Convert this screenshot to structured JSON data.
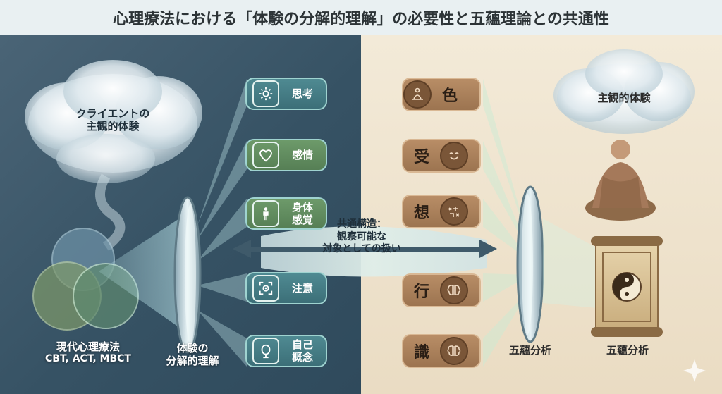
{
  "title": "心理療法における「体験の分解的理解」の必要性と五蘊理論との共通性",
  "left": {
    "cloud_label_line1": "クライエントの",
    "cloud_label_line2": "主観的体験",
    "venn_label_line1": "現代心理療法",
    "venn_label_line2": "CBT, ACT, MBCT",
    "lens_label_line1": "体験の",
    "lens_label_line2": "分解的理解",
    "items": [
      {
        "label_line1": "思考",
        "label_line2": "",
        "icon": "gear-icon"
      },
      {
        "label_line1": "感情",
        "label_line2": "",
        "icon": "heart-icon"
      },
      {
        "label_line1": "身体",
        "label_line2": "感覚",
        "icon": "person-icon"
      },
      {
        "label_line1": "注意",
        "label_line2": "",
        "icon": "focus-icon"
      },
      {
        "label_line1": "自己",
        "label_line2": "概念",
        "icon": "mirror-icon"
      }
    ]
  },
  "center": {
    "line1": "共通構造：",
    "line2": "観察可能な",
    "line3": "対象としての扱い"
  },
  "right": {
    "cloud_label": "主観的体験",
    "lens_label": "五蘊分析",
    "scroll_label": "五蘊分析",
    "items": [
      {
        "char": "色",
        "icon": "meditation-icon"
      },
      {
        "char": "受",
        "icon": "smile-icon"
      },
      {
        "char": "想",
        "icon": "symbols-icon"
      },
      {
        "char": "行",
        "icon": "brain-icon"
      },
      {
        "char": "識",
        "icon": "brain-icon"
      }
    ]
  },
  "colors": {
    "left_bg": "#3a5567",
    "right_bg": "#efe6d4",
    "teal_box": "#4a848c",
    "green_box": "#648f61",
    "brown_box": "#ad8460",
    "arrow": "#3f5a6a"
  }
}
